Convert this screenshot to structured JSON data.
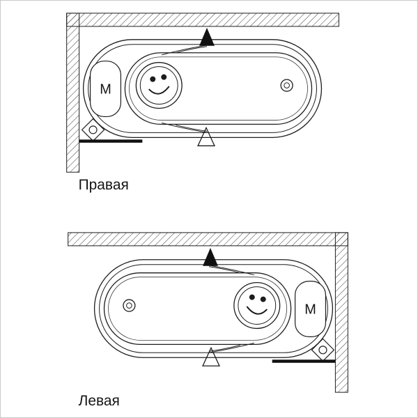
{
  "figures": [
    {
      "id": "right-orientation",
      "label": "Правая",
      "motor_label": "M"
    },
    {
      "id": "left-orientation",
      "label": "Левая",
      "motor_label": "M"
    }
  ],
  "icons": {
    "wall-hatch-icon": "diagonal-hatched wall section",
    "smiley-face-icon": "circular rosette with two eyes and smile",
    "drain-icon": "double concentric circle",
    "position-marker-top-icon": "filled triangle pointing up",
    "position-marker-bottom-icon": "outline triangle pointing up",
    "valve-diamond-icon": "diamond with circle inside",
    "apron-bar-icon": "thick black bar"
  },
  "colors": {
    "line": "#1c1c1c",
    "hatch": "#4a4a4a",
    "background": "#ffffff",
    "border": "#c9c9c9"
  }
}
